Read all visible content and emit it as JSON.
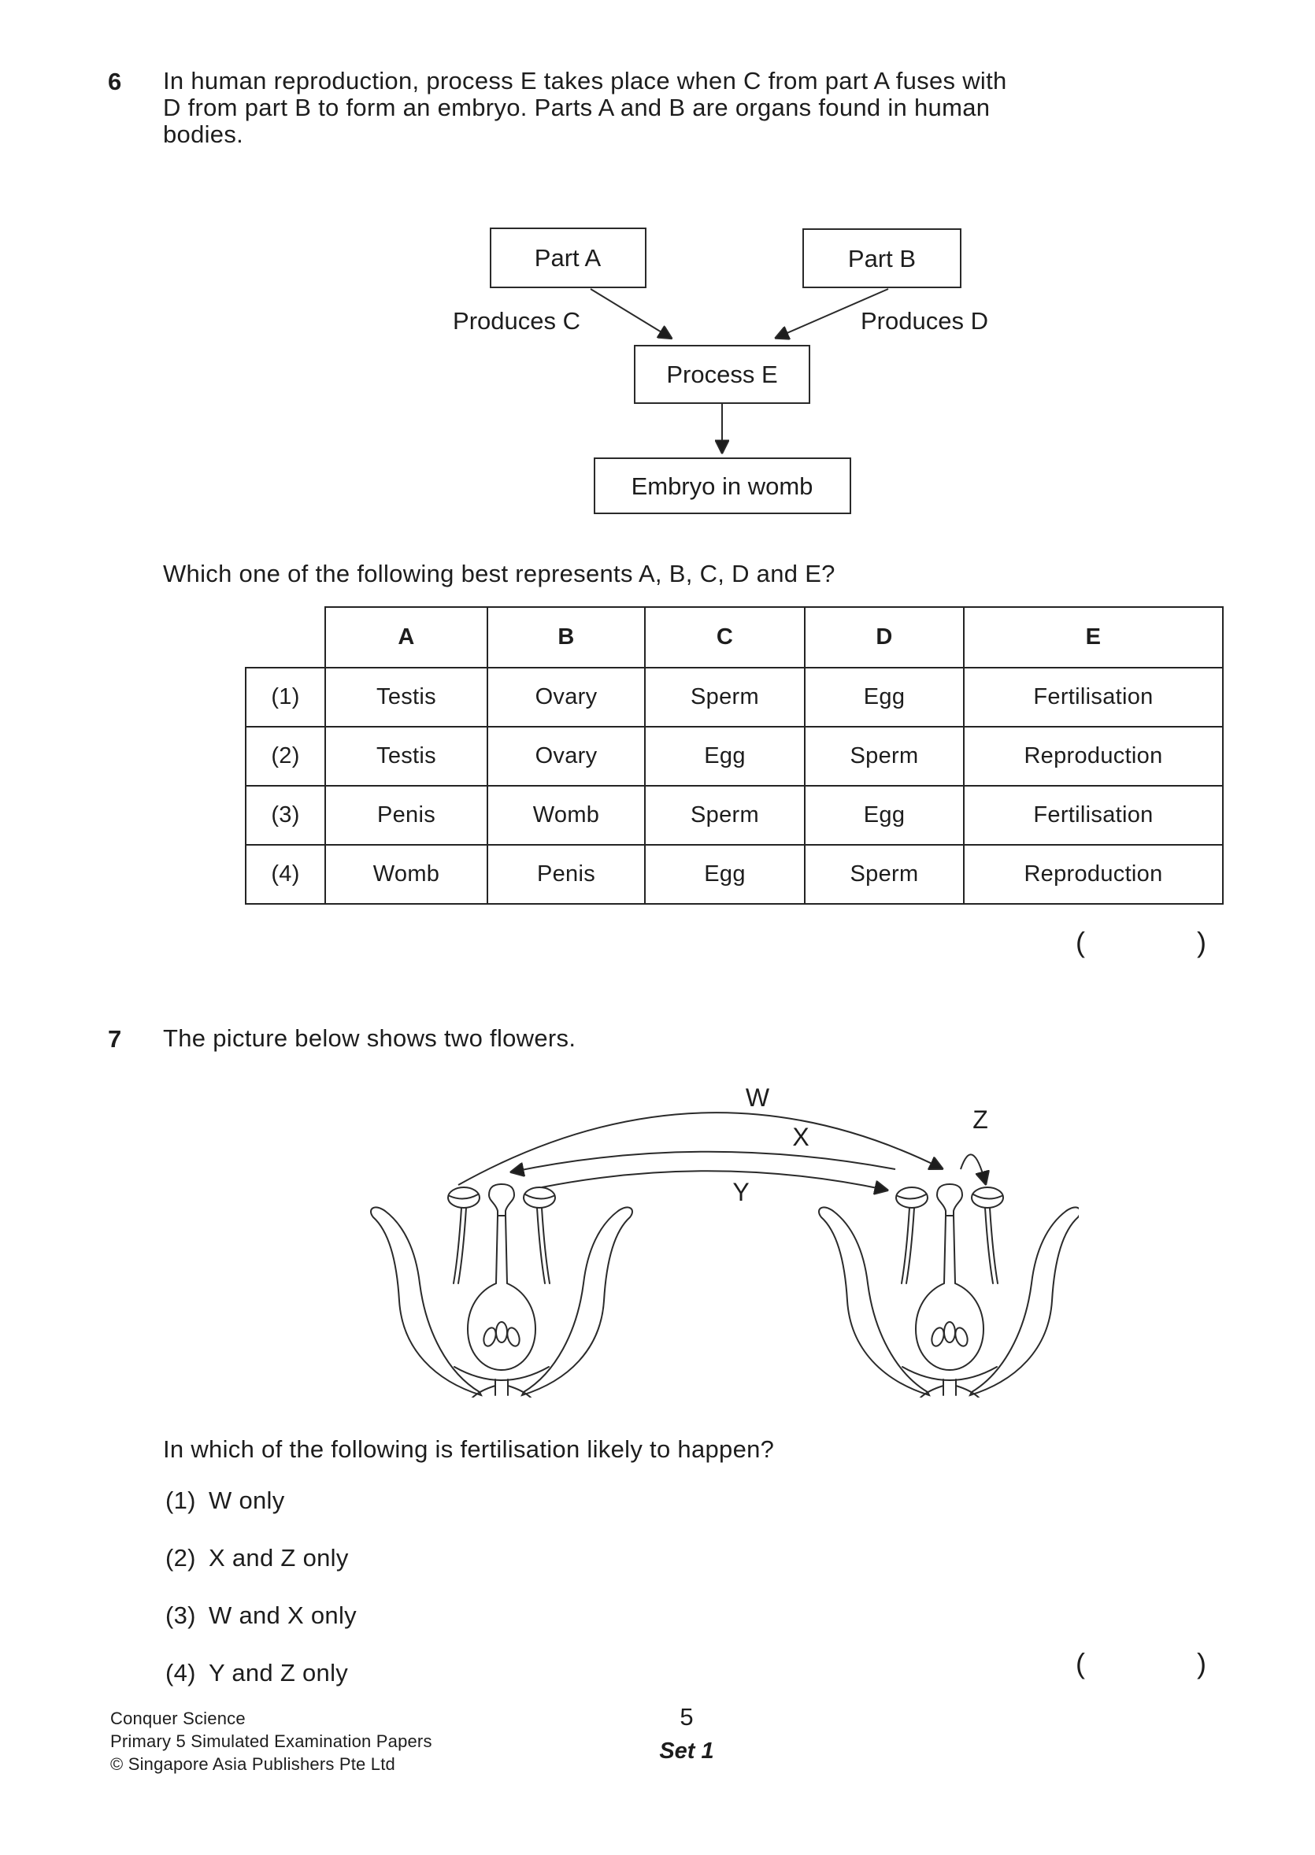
{
  "q6": {
    "number": "6",
    "text_lines": [
      "In human reproduction, process E takes place when C from part A fuses with",
      "D from part B to form an embryo. Parts A and B are organs found in human",
      "bodies."
    ],
    "diagram": {
      "box_part_a": "Part A",
      "box_part_b": "Part B",
      "box_process_e": "Process E",
      "box_embryo": "Embryo in womb",
      "label_produces_c": "Produces C",
      "label_produces_d": "Produces D"
    },
    "question": "Which one of the following best represents A, B, C, D and E?",
    "table": {
      "headers": [
        "A",
        "B",
        "C",
        "D",
        "E"
      ],
      "rows": [
        {
          "label": "(1)",
          "cells": [
            "Testis",
            "Ovary",
            "Sperm",
            "Egg",
            "Fertilisation"
          ]
        },
        {
          "label": "(2)",
          "cells": [
            "Testis",
            "Ovary",
            "Egg",
            "Sperm",
            "Reproduction"
          ]
        },
        {
          "label": "(3)",
          "cells": [
            "Penis",
            "Womb",
            "Sperm",
            "Egg",
            "Fertilisation"
          ]
        },
        {
          "label": "(4)",
          "cells": [
            "Womb",
            "Penis",
            "Egg",
            "Sperm",
            "Reproduction"
          ]
        }
      ]
    },
    "answer_bracket_open": "(",
    "answer_bracket_close": ")"
  },
  "q7": {
    "number": "7",
    "intro": "The picture below shows two flowers.",
    "diagram_labels": {
      "w": "W",
      "x": "X",
      "y": "Y",
      "z": "Z"
    },
    "question": "In which of the following is fertilisation likely to happen?",
    "options": [
      {
        "label": "(1)",
        "text": "W only"
      },
      {
        "label": "(2)",
        "text": "X and Z only"
      },
      {
        "label": "(3)",
        "text": "W and X only"
      },
      {
        "label": "(4)",
        "text": "Y and Z only"
      }
    ],
    "answer_bracket_open": "(",
    "answer_bracket_close": ")"
  },
  "footer": {
    "left_lines": [
      "Conquer Science",
      "Primary 5 Simulated Examination Papers",
      "© Singapore Asia Publishers Pte Ltd"
    ],
    "page_number": "5",
    "set_label": "Set 1"
  },
  "colors": {
    "ink": "#1d1d1d",
    "line": "#2a2a2a",
    "paper": "#ffffff"
  }
}
